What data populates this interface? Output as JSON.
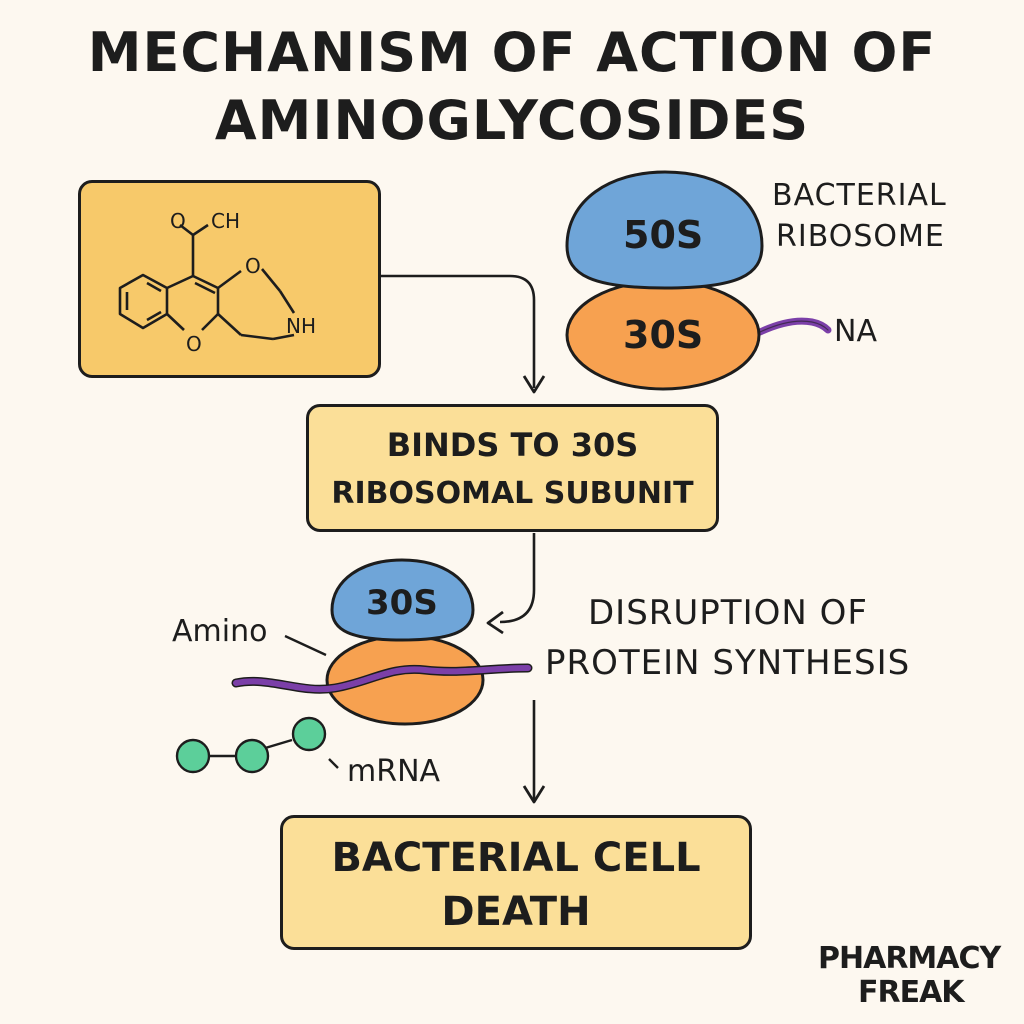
{
  "title": {
    "line1": "MECHANISM OF ACTION OF",
    "line2": "AMINOGLYCOSIDES"
  },
  "molecule": {
    "o_label": "O",
    "ch_label": "CH",
    "ring_o_label": "O",
    "ring_o2_label": "O",
    "nh_label": "NH"
  },
  "ribosome": {
    "large_subunit": "50S",
    "small_subunit": "30S",
    "title_line1": "BACTERIAL",
    "title_line2": "RIBOSOME",
    "strand_label": "NA"
  },
  "step1": {
    "line1": "BINDS TO 30S",
    "line2": "RIBOSOMAL SUBUNIT"
  },
  "complex": {
    "subunit_label": "30S",
    "amino_label": "Amino",
    "mrna_label": "mRNA"
  },
  "step2": {
    "line1": "DISRUPTION OF",
    "line2": "PROTEIN SYNTHESIS"
  },
  "step3": {
    "line1": "BACTERIAL CELL",
    "line2": "DEATH"
  },
  "brand": {
    "line1": "PHARMACY",
    "line2": "FREAK"
  },
  "colors": {
    "background": "#fdf8f0",
    "box_fill": "#fbdf98",
    "molecule_box_fill": "#f7c96a",
    "large_subunit": "#6fa5d8",
    "small_subunit": "#f7a150",
    "mrna_strand": "#7b3fa8",
    "amino_acid": "#5ccf9a"
  }
}
